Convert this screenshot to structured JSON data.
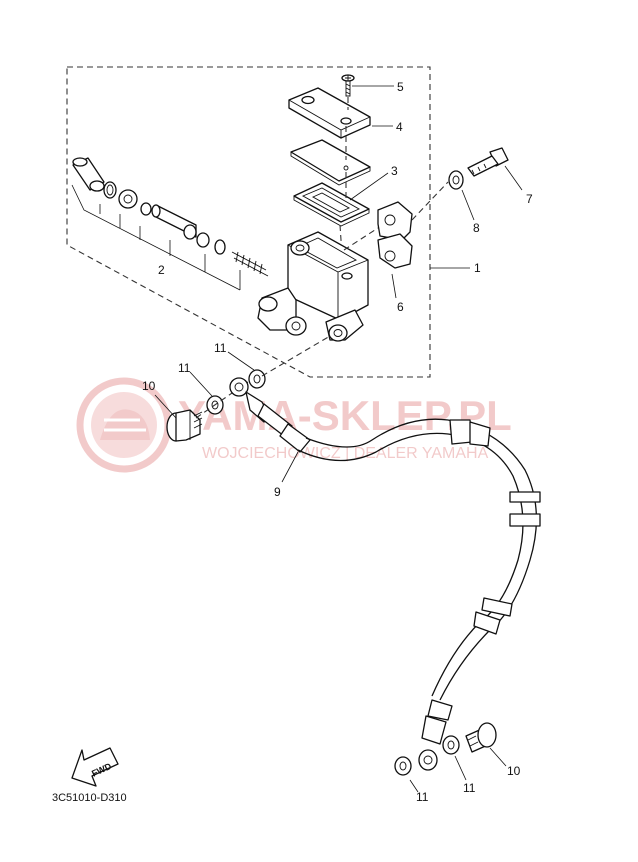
{
  "watermark": {
    "brand": "YAMA-SKLEP.PL",
    "subtitle": "WOJCIECHOWICZ | DEALER YAMAHA",
    "color": "#e8a0a0"
  },
  "direction_arrow": {
    "label": "FWD"
  },
  "diagram_code": "3C51010-D310",
  "callouts": {
    "c1": "1",
    "c2": "2",
    "c3": "3",
    "c4": "4",
    "c5": "5",
    "c6": "6",
    "c7": "7",
    "c8": "8",
    "c9": "9",
    "c10a": "10",
    "c10b": "10",
    "c11a": "11",
    "c11b": "11",
    "c11c": "11",
    "c11d": "11"
  }
}
